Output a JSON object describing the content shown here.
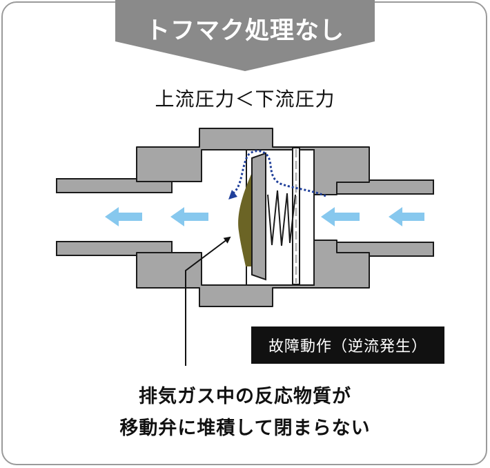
{
  "title": "トフマク処理なし",
  "condition": "上流圧力＜下流圧力",
  "status_label": "故障動作（逆流発生）",
  "caption_lines": [
    "排気ガス中の反応物質が",
    "移動弁に堆積して閉まらない"
  ],
  "colors": {
    "banner": "#8a8a8a",
    "body": "#a6a6a6",
    "body_stroke": "#1a1a1a",
    "flow_arrow": "#87c8ee",
    "deposit": "#6b6425",
    "backflow_dotted": "#1f3f9a",
    "status_bg": "#111111"
  },
  "icons": [
    "flow-arrow-left-icon",
    "backflow-arrow-icon",
    "pointer-arrow-icon",
    "spring-icon"
  ]
}
